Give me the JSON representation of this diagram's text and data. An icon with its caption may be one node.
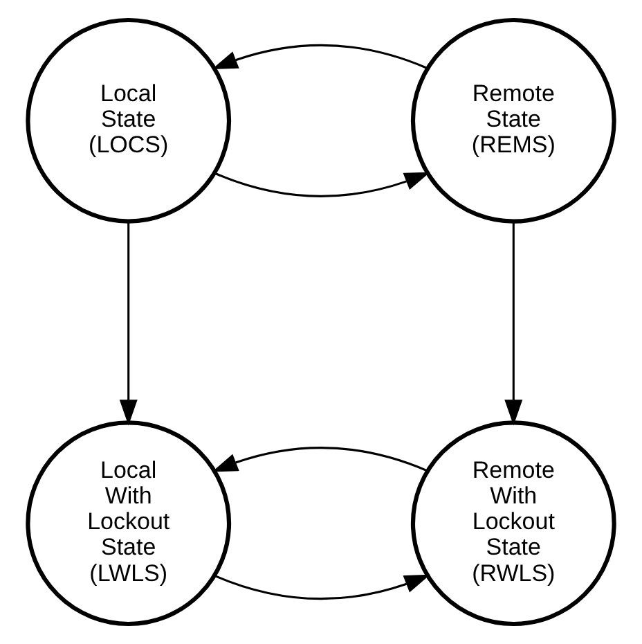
{
  "diagram": {
    "nodes": [
      {
        "text": [
          "Local State (LOCS)"
        ]
      },
      {
        "text": [
          "Remote State (REMS)"
        ]
      },
      {
        "text": [
          "Local With Lockout State (LWLS)"
        ]
      },
      {
        "text": [
          "Remote With Lockout State (RWLS)"
        ]
      }
    ],
    "edges": [
      {
        "from": 0,
        "to": 1,
        "arrow": "to"
      },
      {
        "from": 1,
        "to": 0,
        "arrow": "to"
      },
      {
        "from": 0,
        "to": 2,
        "arrow": "to"
      },
      {
        "from": 1,
        "to": 3,
        "arrow": "to"
      },
      {
        "from": 2,
        "to": 3,
        "arrow": "to"
      },
      {
        "from": 3,
        "to": 2,
        "arrow": "to"
      }
    ]
  }
}
